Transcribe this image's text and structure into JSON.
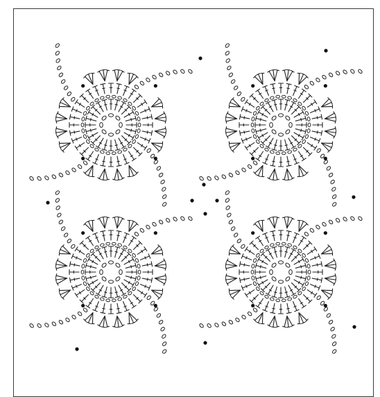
{
  "diagram": {
    "type": "crochet-chart",
    "motif_grid": {
      "rows": 2,
      "cols": 2
    },
    "motifs": [
      {
        "id": "top-left"
      },
      {
        "id": "top-right"
      },
      {
        "id": "bottom-left"
      },
      {
        "id": "bottom-right"
      }
    ],
    "symbols": {
      "chain": "oval",
      "single_crochet": "dot",
      "double_crochet": "T-with-bar",
      "cluster": "fan-of-stitches"
    },
    "colors": {
      "ink": "#222222",
      "paper": "#ffffff",
      "frame": "#3a3a3a"
    }
  }
}
